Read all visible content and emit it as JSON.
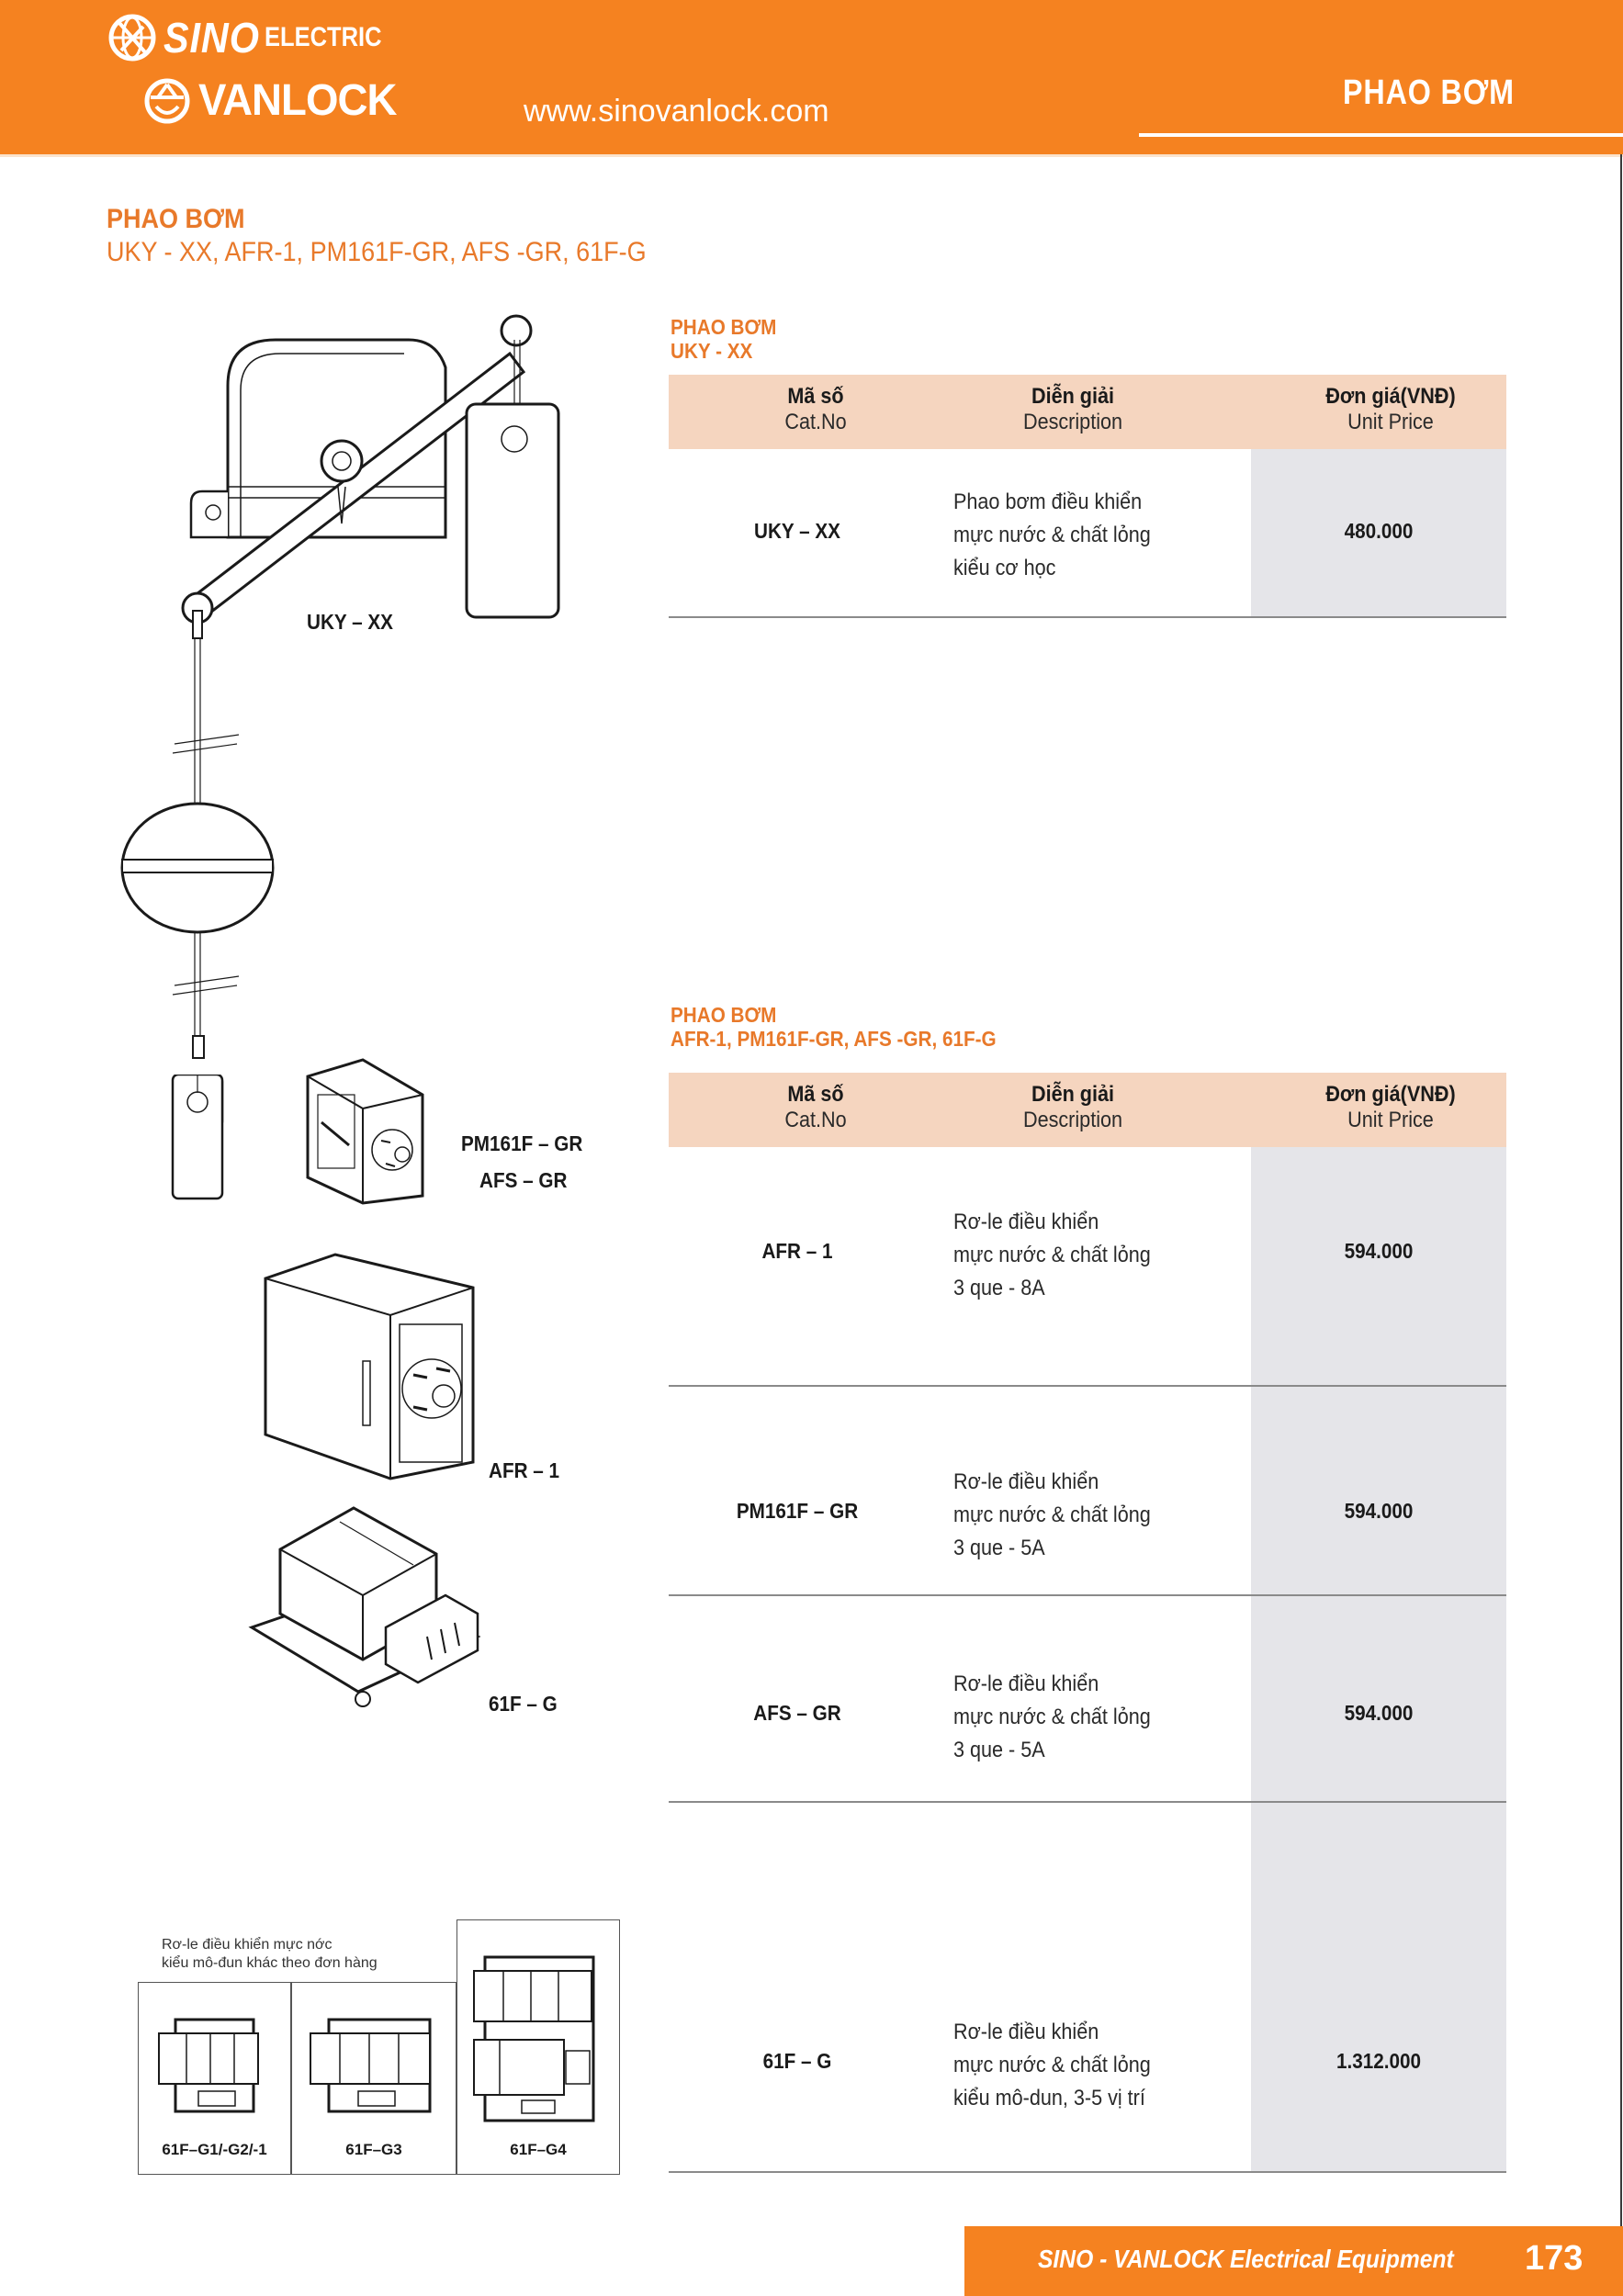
{
  "header": {
    "brand_top": "SINO",
    "brand_top_suffix": "ELECTRIC",
    "brand_bottom": "VANLOCK",
    "website": "www.sinovanlock.com",
    "section_tag": "PHAO BƠM"
  },
  "page": {
    "title": "PHAO BƠM",
    "subtitle": "UKY - XX, AFR-1, PM161F-GR, AFS -GR, 61F-G"
  },
  "table_headers": {
    "cat_vi": "Mã số",
    "cat_en": "Cat.No",
    "desc_vi": "Diễn giải",
    "desc_en": "Description",
    "price_vi": "Đơn giá(VNĐ)",
    "price_en": "Unit Price"
  },
  "section1": {
    "title": "PHAO BƠM",
    "subtitle": "UKY - XX",
    "rows": [
      {
        "code": "UKY – XX",
        "desc": [
          "Phao bơm điều khiển",
          "mực nước & chất lỏng",
          "kiểu cơ học"
        ],
        "price": "480.000"
      }
    ]
  },
  "section2": {
    "title": "PHAO BƠM",
    "subtitle": "AFR-1, PM161F-GR, AFS -GR, 61F-G",
    "rows": [
      {
        "code": "AFR – 1",
        "desc": [
          "Rơ-le điều khiển",
          "mực nước & chất lỏng",
          "3 que - 8A"
        ],
        "price": "594.000"
      },
      {
        "code": "PM161F – GR",
        "desc": [
          "Rơ-le điều khiển",
          "mực nước & chất lỏng",
          "3 que - 5A"
        ],
        "price": "594.000"
      },
      {
        "code": "AFS – GR",
        "desc": [
          "Rơ-le điều khiển",
          "mực nước & chất lỏng",
          "3 que - 5A"
        ],
        "price": "594.000"
      },
      {
        "code": "61F – G",
        "desc": [
          "Rơ-le điều khiển",
          "mực nước & chất lỏng",
          "kiểu mô-dun, 3-5 vị trí"
        ],
        "price": "1.312.000"
      }
    ]
  },
  "illustrations": {
    "uky_label": "UKY – XX",
    "pm161f_label": "PM161F – GR",
    "afs_label": "AFS – GR",
    "afr_label": "AFR – 1",
    "g61f_label": "61F – G",
    "variants_note": [
      "Rơ-le điều khiển mực nớc",
      "kiểu mô-đun khác theo đơn hàng"
    ],
    "variants": [
      "61F–G1/-G2/-1",
      "61F–G3",
      "61F–G4"
    ]
  },
  "footer": {
    "text": "SINO - VANLOCK Electrical Equipment",
    "page_number": "173"
  },
  "colors": {
    "brand_orange": "#f58220",
    "heading_orange": "#e8792a",
    "table_header_bg": "#f5d5bf",
    "price_column_bg": "#e5e5e9"
  }
}
